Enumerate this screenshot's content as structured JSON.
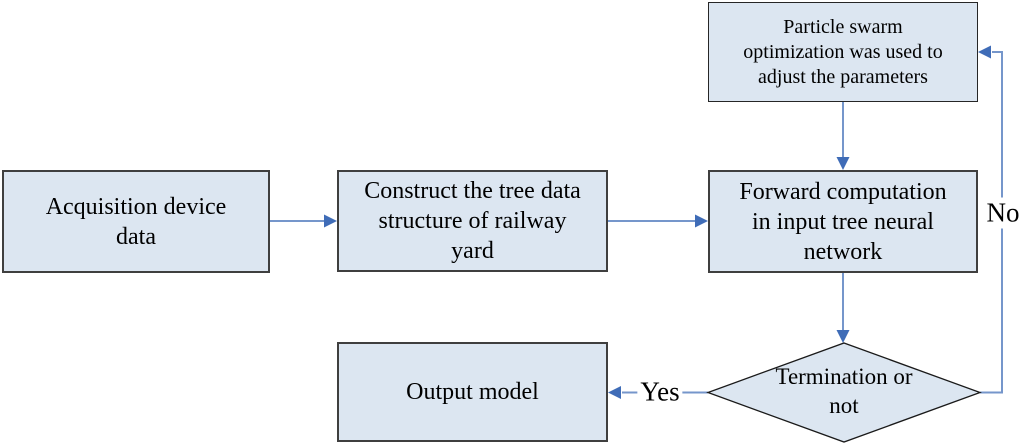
{
  "colors": {
    "background": "#ffffff",
    "box_fill": "#dce6f1",
    "box_border": "#3f3f3f",
    "pso_border": "#262626",
    "diamond_border": "#1a1a1a",
    "connector": "#7596cb",
    "arrowhead": "#3f6cb7",
    "text": "#000000"
  },
  "flowchart": {
    "nodes": {
      "acquisition": {
        "label": "Acquisition device\ndata"
      },
      "construct": {
        "label": "Construct the tree data\nstructure of railway\nyard"
      },
      "pso": {
        "label": "Particle swarm\noptimization was used to\nadjust the parameters"
      },
      "forward": {
        "label": "Forward computation\nin input tree neural\nnetwork"
      },
      "termination": {
        "label": "Termination or\nnot"
      },
      "output": {
        "label": "Output model"
      }
    },
    "edge_labels": {
      "yes": "Yes",
      "no": "No"
    }
  }
}
